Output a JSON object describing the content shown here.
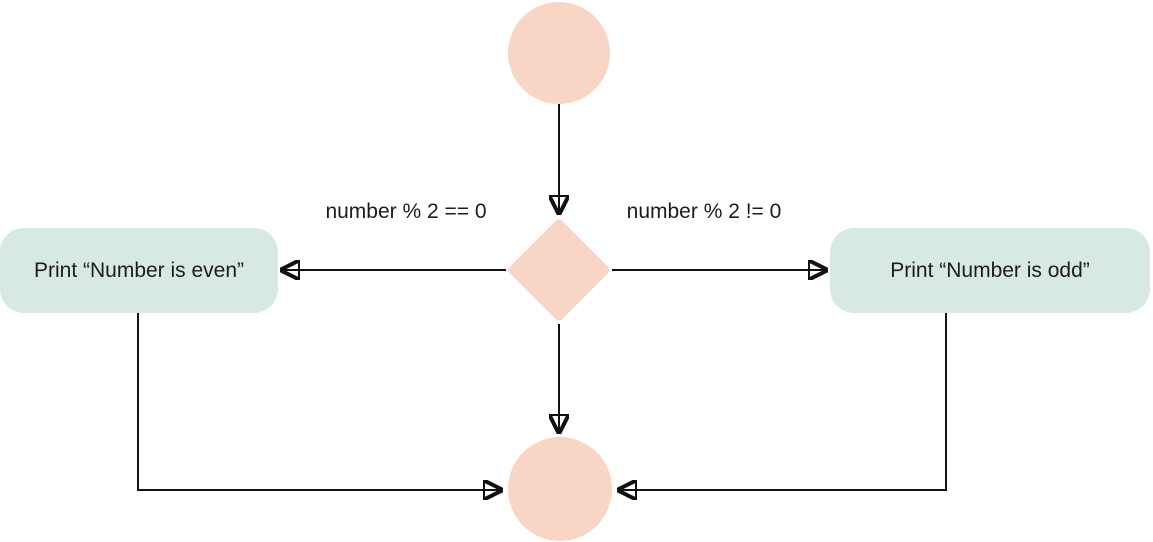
{
  "diagram": {
    "type": "flowchart",
    "colors": {
      "background": "#ffffff",
      "terminal_fill": "#f9d5c5",
      "decision_fill": "#f9d5c5",
      "process_fill": "#d7e9e1",
      "edge_stroke": "#111111",
      "text": "#1c1c1c"
    },
    "nodes": {
      "start": {
        "shape": "circle",
        "label": ""
      },
      "decision": {
        "shape": "diamond",
        "label": ""
      },
      "print_even": {
        "shape": "rounded-rectangle",
        "label": "Print “Number is even”"
      },
      "print_odd": {
        "shape": "rounded-rectangle",
        "label": "Print “Number is odd”"
      },
      "end": {
        "shape": "circle",
        "label": ""
      }
    },
    "edge_labels": {
      "even_condition": "number % 2 == 0",
      "odd_condition": "number % 2 != 0"
    }
  }
}
